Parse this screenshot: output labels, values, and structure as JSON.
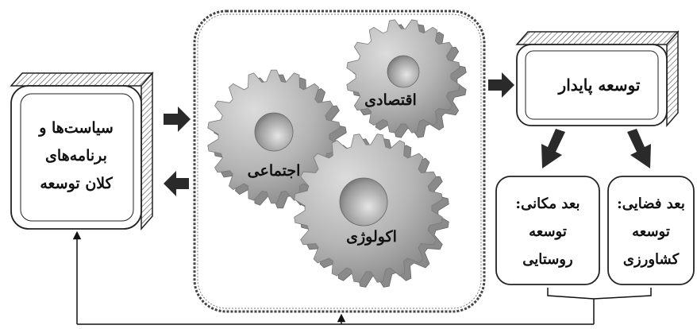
{
  "policy_box": {
    "lines": [
      "سیاست‌ها و",
      "برنامه‌های",
      "کلان توسعه"
    ]
  },
  "gears": {
    "economic": "اقتصادی",
    "social": "اجتماعی",
    "ecological": "اکولوژی"
  },
  "sustainable_box": {
    "label": "توسعه پایدار"
  },
  "spatial_box": {
    "lines": [
      "بعد مکانی:",
      "توسعه",
      "روستایی"
    ]
  },
  "territorial_box": {
    "lines": [
      "بعد فضایی:",
      "توسعه",
      "کشاورزی"
    ]
  },
  "colors": {
    "gear_face": "#b9b9b9",
    "gear_dark": "#8a8a8a",
    "arrow": "#2a2a2a"
  }
}
